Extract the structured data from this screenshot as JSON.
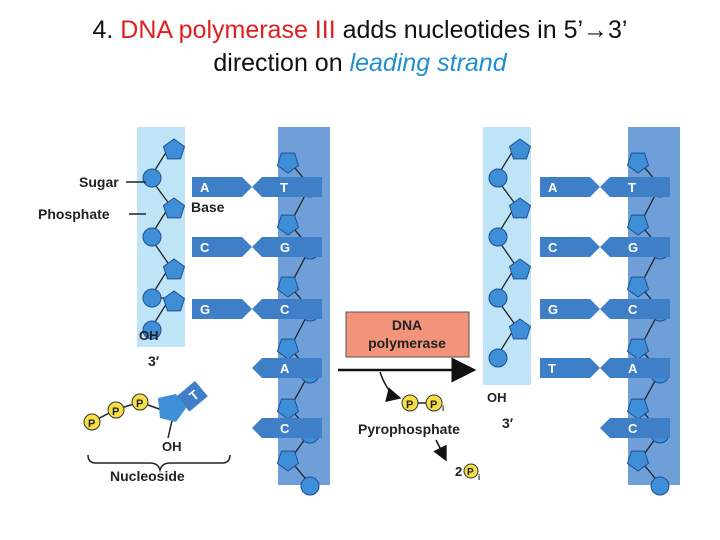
{
  "title": {
    "prefix": "4. ",
    "enzyme": "DNA polymerase III",
    "middle": " adds nucleotides in 5’",
    "arrow": "→",
    "end": "3’",
    "line2_prefix": "direction on ",
    "strand": "leading strand"
  },
  "labels": {
    "sugar": "Sugar",
    "phosphate": "Phosphate",
    "base": "Base",
    "oh_left": "OH",
    "three_prime_left": "3′",
    "oh_nucleotide": "OH",
    "nucleoside": "Nucleoside",
    "polymerase_line1": "DNA",
    "polymerase_line2": "polymerase",
    "pyrophosphate": "Pyrophosphate",
    "oh_right": "OH",
    "three_prime_right": "3′",
    "pi_count": "2",
    "p": "P",
    "pi": "P",
    "pi_sub": "i"
  },
  "left_pairs": [
    {
      "left": "A",
      "right": "T"
    },
    {
      "left": "C",
      "right": "G"
    },
    {
      "left": "G",
      "right": "C"
    },
    {
      "left": "",
      "right": "A"
    },
    {
      "left": "",
      "right": "C"
    }
  ],
  "incoming_base": "T",
  "right_pairs": [
    {
      "left": "A",
      "right": "T"
    },
    {
      "left": "C",
      "right": "G"
    },
    {
      "left": "G",
      "right": "C"
    },
    {
      "left": "T",
      "right": "A"
    },
    {
      "left": "",
      "right": "C"
    }
  ],
  "colors": {
    "red": "#e02020",
    "blue_text": "#1f8fd0",
    "strand_light": "#bfe3f7",
    "strand_dark": "#6f9fd8",
    "sugar": "#3f8fd8",
    "base": "#3f7fc8",
    "phosphate": "#f5df45",
    "polymerase": "#f2937a"
  }
}
